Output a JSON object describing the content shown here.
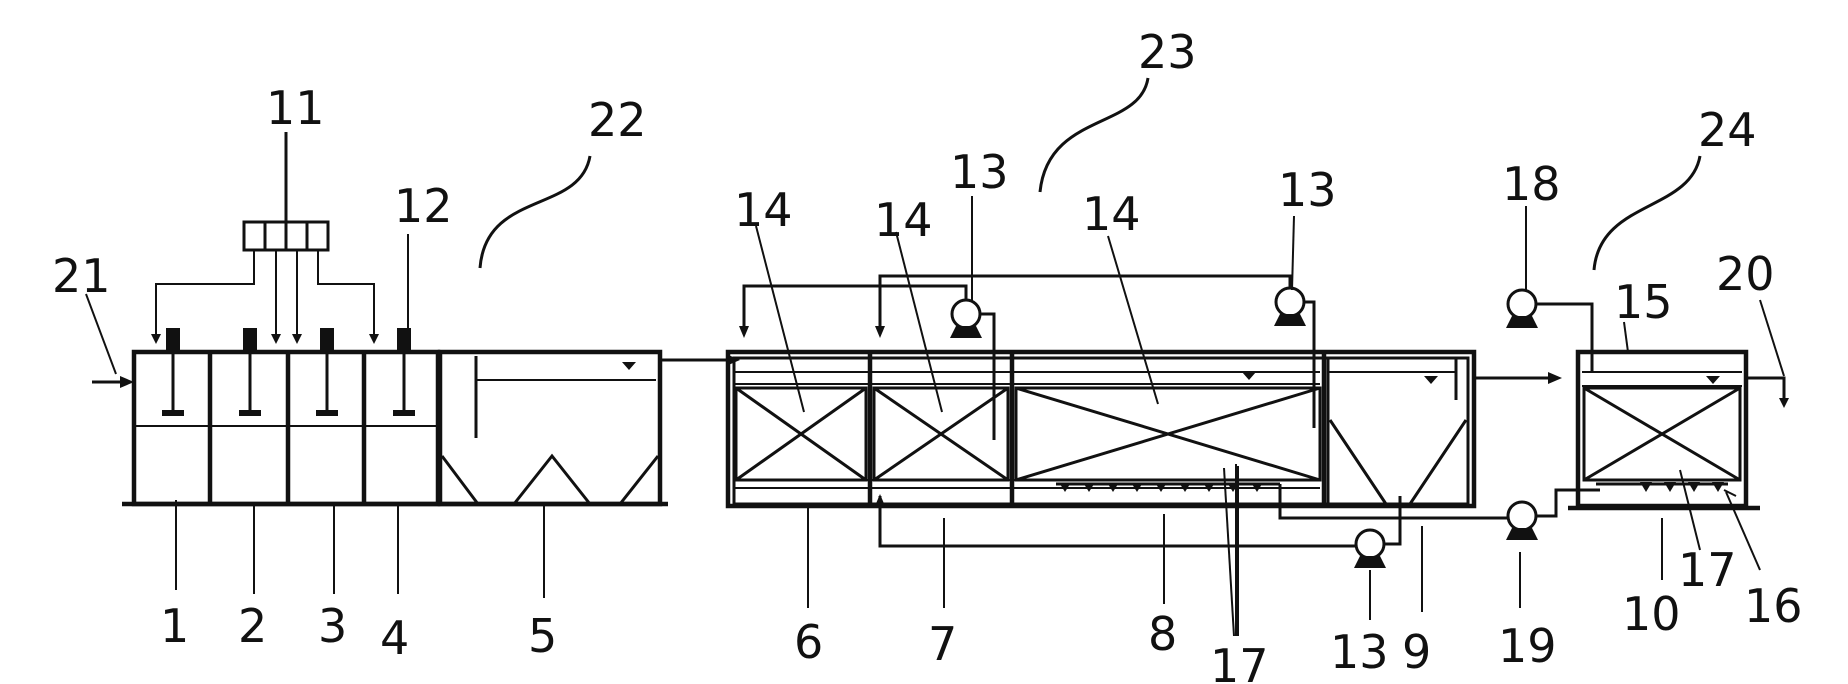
{
  "labels": {
    "l1": "1",
    "l2": "2",
    "l3": "3",
    "l4": "4",
    "l5": "5",
    "l6": "6",
    "l7": "7",
    "l8": "8",
    "l9": "9",
    "l10": "10",
    "l11": "11",
    "l12": "12",
    "l13a": "13",
    "l13b": "13",
    "l13c": "13",
    "l14a": "14",
    "l14b": "14",
    "l14c": "14",
    "l15": "15",
    "l16": "16",
    "l17a": "17",
    "l17b": "17",
    "l18": "18",
    "l19": "19",
    "l20": "20",
    "l21": "21",
    "l22": "22",
    "l23": "23",
    "l24": "24"
  }
}
